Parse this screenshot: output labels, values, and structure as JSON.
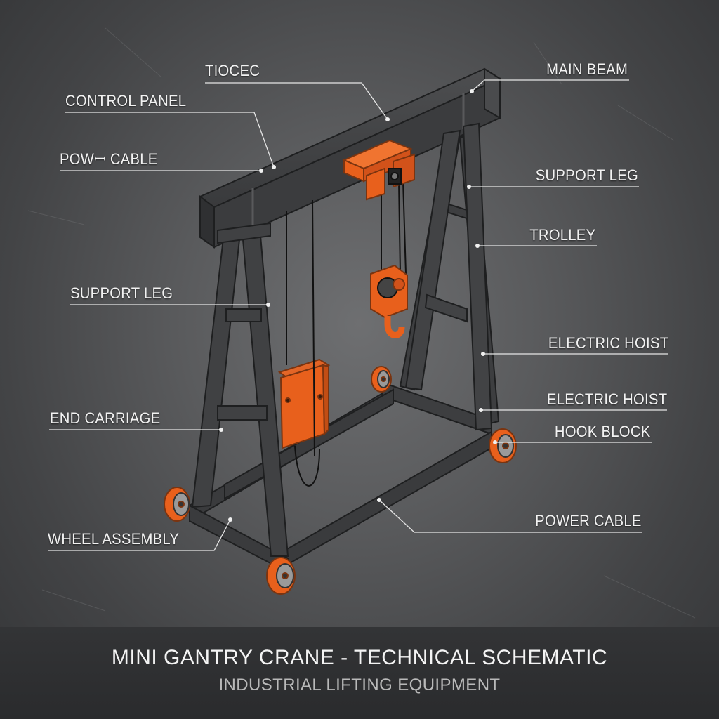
{
  "labels": {
    "tocec": "TIOCEC",
    "control_panel": "CONTROL PANEL",
    "power_cable_top": "POWꟷ CABLE",
    "support_leg_left": "SUPPORT LEG",
    "end_carriage": "END CARRIAGE",
    "wheel_assembly": "WHEEL ASSEMBLY",
    "main_beam": "MAIN BEAM",
    "support_leg_right": "SUPPORT LEG",
    "trolley": "TROLLEY",
    "electric_hoist_1": "ELECTRIC HOIST",
    "electric_hoist_2": "ELECTRIC HOIST",
    "hook_block": "HOOK BLOCK",
    "power_cable_bottom": "POWER CABLE"
  },
  "footer": {
    "title": "MINI GANTRY CRANE - TECHNICAL SCHEMATIC",
    "subtitle": "INDUSTRIAL LIFTING EQUIPMENT"
  },
  "colors": {
    "steel": "#3e3f41",
    "steel_edge": "#1e1f20",
    "accent_orange": "#e8601c",
    "leader_line": "#e6e6e6"
  }
}
